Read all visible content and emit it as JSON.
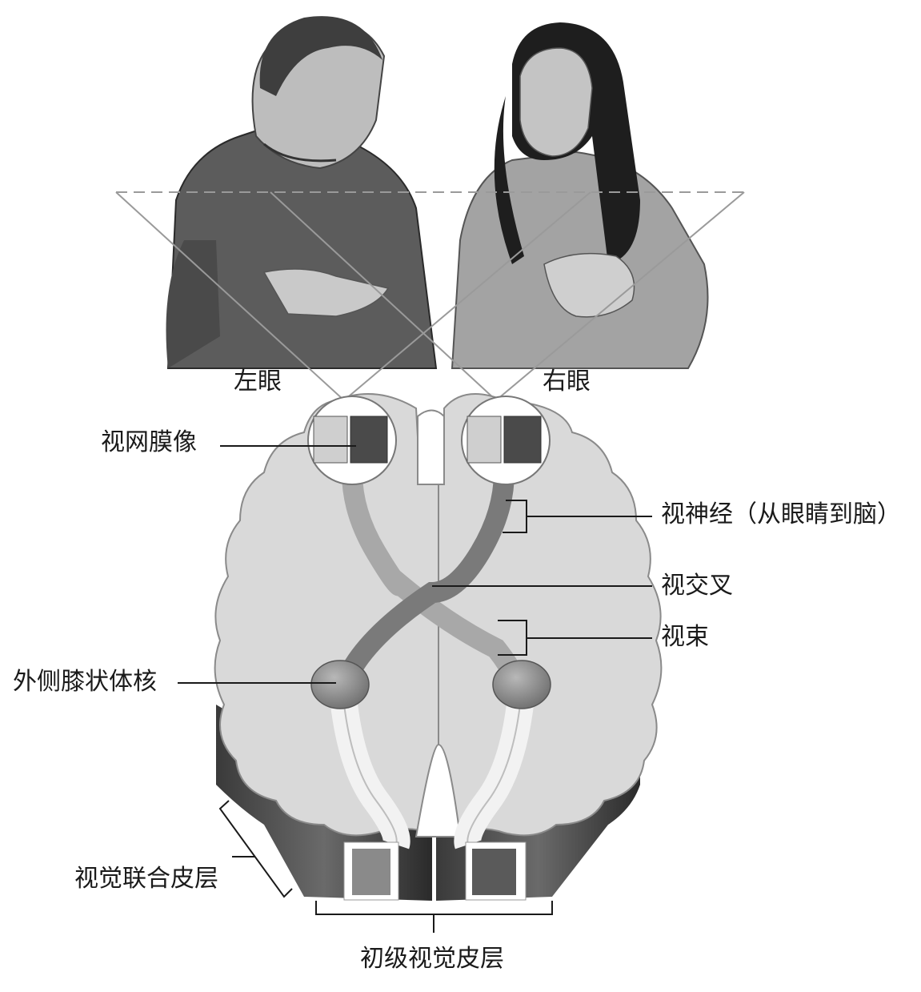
{
  "labels": {
    "left_eye": "左眼",
    "right_eye": "右眼",
    "retinal_image": "视网膜像",
    "optic_nerve": "视神经（从眼睛到脑）",
    "optic_chiasm": "视交叉",
    "optic_tract": "视束",
    "lateral_geniculate": "外侧膝状体核",
    "visual_association_cortex": "视觉联合皮层",
    "primary_visual_cortex": "初级视觉皮层"
  },
  "colors": {
    "ink": "#1a1a1a",
    "brain_light": "#d7d7d7",
    "brain_dark": "#4a4a4a",
    "nerve_light": "#a8a8a8",
    "nerve_dark": "#7a7a7a",
    "shirt_man": "#5a5a5a",
    "shirt_woman": "#9a9a9a"
  }
}
